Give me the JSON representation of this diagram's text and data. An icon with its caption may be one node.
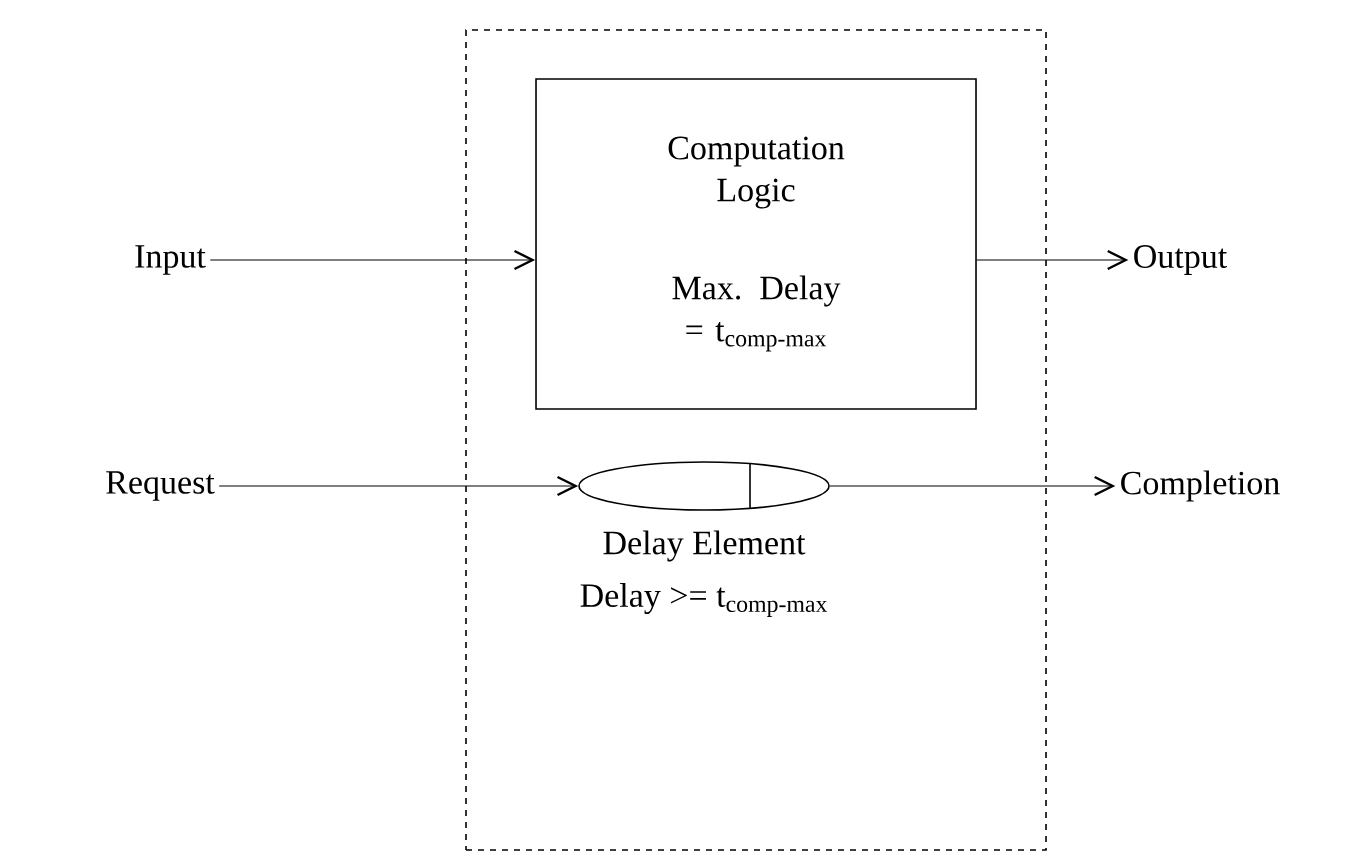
{
  "diagram": {
    "nodes": [
      {
        "text": [],
        "shape": "box"
      },
      {
        "text": [
          "Computation Logic",
          "Max. Delay = t$_{comp-max}$"
        ],
        "in": 0
      },
      {
        "text": [],
        "shape": "ellipse",
        "in": 0,
        "beside": [
          "Delay Element",
          "Delay >= t$_{comp-max}$"
        ]
      },
      {
        "text": [
          "Input"
        ]
      },
      {
        "text": [
          "Output"
        ]
      },
      {
        "text": [
          "Request"
        ]
      },
      {
        "text": [
          "Completion"
        ]
      }
    ],
    "edges": [
      {
        "from": 3,
        "to": 1,
        "arrow": "to"
      },
      {
        "from": 1,
        "to": 4,
        "arrow": "to"
      },
      {
        "from": 5,
        "to": 2,
        "arrow": "to"
      },
      {
        "from": 2,
        "to": 6,
        "arrow": "to"
      }
    ]
  }
}
